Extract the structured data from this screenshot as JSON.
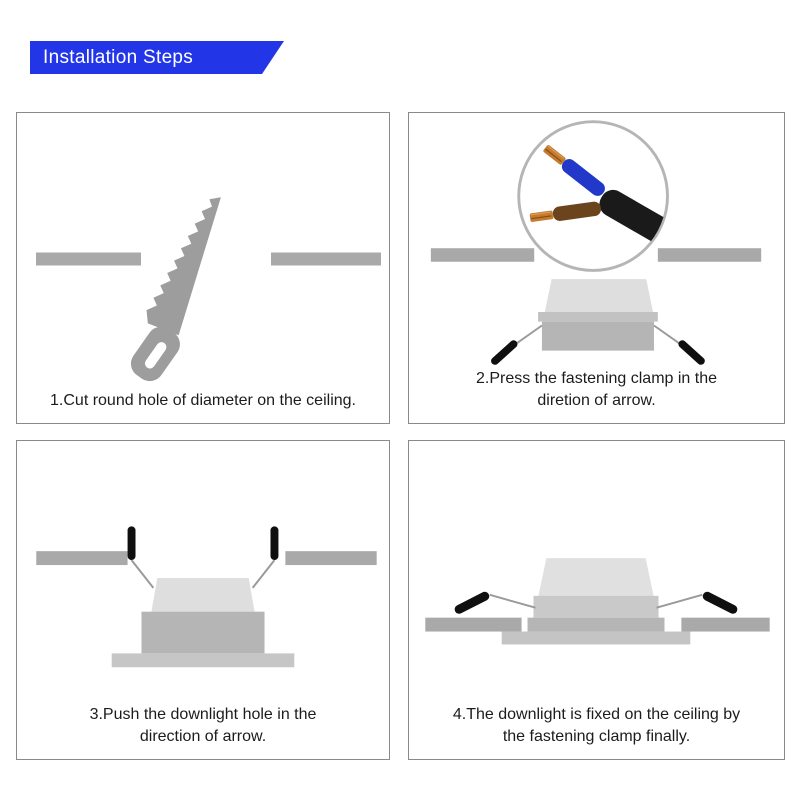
{
  "header": {
    "title": "Installation Steps"
  },
  "colors": {
    "accent_blue": "#2236e8",
    "ceiling_gray": "#a9a9a9",
    "downlight_light_gray": "#dedede",
    "downlight_body_gray": "#b5b5b5",
    "clamp_black": "#0f0f0f",
    "wire_blue": "#2138c8",
    "wire_brown": "#6b431d",
    "wire_copper": "#c27b2f",
    "caption_text": "#1c1c1c"
  },
  "steps": [
    {
      "number": "1",
      "illustration": "saw-cutting-hole-in-ceiling",
      "caption_line1": "1.Cut round hole of diameter on the ceiling.",
      "caption_line2": ""
    },
    {
      "number": "2",
      "illustration": "press-fastening-clamps-with-wire-close-up",
      "caption_line1": "2.Press the fastening clamp in the",
      "caption_line2": "diretion of arrow."
    },
    {
      "number": "3",
      "illustration": "push-downlight-into-hole",
      "caption_line1": "3.Push the downlight hole in the",
      "caption_line2": "direction of arrow."
    },
    {
      "number": "4",
      "illustration": "downlight-fixed-on-ceiling",
      "caption_line1": "4.The downlight is fixed on the ceiling by",
      "caption_line2": "the fastening clamp finally."
    }
  ]
}
